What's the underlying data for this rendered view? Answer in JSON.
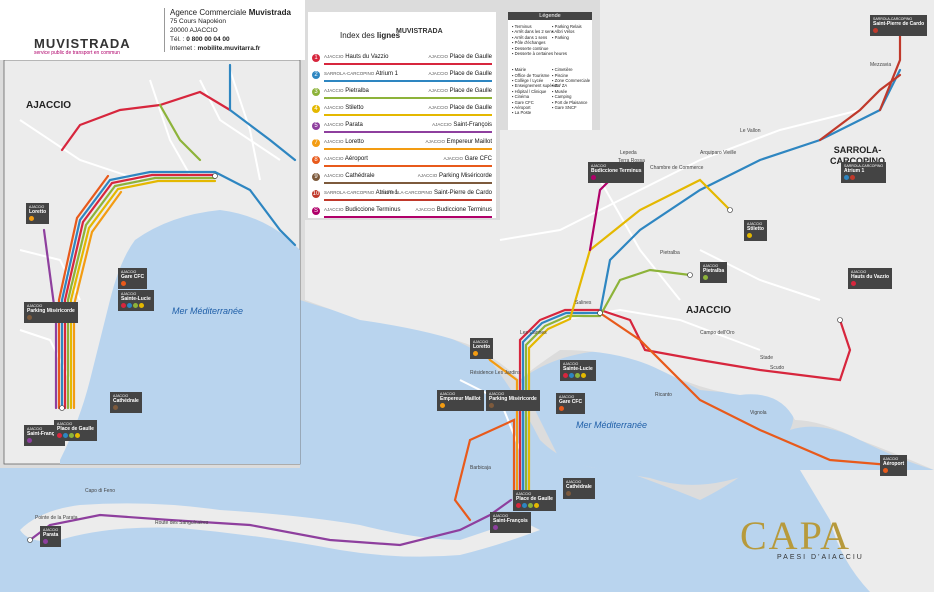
{
  "agency": {
    "brand": "MUVISTRADA",
    "tagline": "service public de transport en commun",
    "name_prefix": "Agence Commerciale ",
    "name_bold": "Muvistrada",
    "address1": "75 Cours Napoléon",
    "address2": "20000 AJACCIO",
    "tel_label": "Tél. : ",
    "tel": "0 800 00 04 00",
    "web_label": "Internet : ",
    "web": "mobilite.muvitarra.fr"
  },
  "index": {
    "title_prefix": "Index des ",
    "title_bold": "lignes",
    "logo": "MUVISTRADA",
    "lines": [
      {
        "num": "1",
        "color": "#d7263d",
        "from_city": "AJACCIO",
        "from": "Hauts du Vazzio",
        "to_city": "AJACCIO",
        "to": "Place de Gaulle"
      },
      {
        "num": "2",
        "color": "#2e86c1",
        "from_city": "SARROLA-CARCOPINO",
        "from": "Atrium 1",
        "to_city": "AJACCIO",
        "to": "Place de Gaulle"
      },
      {
        "num": "3",
        "color": "#8db33a",
        "from_city": "AJACCIO",
        "from": "Pietralba",
        "to_city": "AJACCIO",
        "to": "Place de Gaulle"
      },
      {
        "num": "4",
        "color": "#e4b800",
        "from_city": "AJACCIO",
        "from": "Stiletto",
        "to_city": "AJACCIO",
        "to": "Place de Gaulle"
      },
      {
        "num": "5",
        "color": "#8e3f9e",
        "from_city": "AJACCIO",
        "from": "Parata",
        "to_city": "AJACCIO",
        "to": "Saint-François"
      },
      {
        "num": "7",
        "color": "#f39c12",
        "from_city": "AJACCIO",
        "from": "Loretto",
        "to_city": "AJACCIO",
        "to": "Empereur Maillot"
      },
      {
        "num": "8",
        "color": "#e85a1b",
        "from_city": "AJACCIO",
        "from": "Aéroport",
        "to_city": "AJACCIO",
        "to": "Gare CFC"
      },
      {
        "num": "9",
        "color": "#7d5a3c",
        "from_city": "AJACCIO",
        "from": "Cathédrale",
        "to_city": "AJACCIO",
        "to": "Parking Miséricorde"
      },
      {
        "num": "10",
        "color": "#c0392b",
        "from_city": "SARROLA-CARCOPINO",
        "from": "Atrium 1",
        "to_city": "SARROLA-CARCOPINO",
        "to": "Saint-Pierre de Cardo"
      },
      {
        "num": "S",
        "color": "#b0006a",
        "from_city": "AJACCIO",
        "from": "Budiccione Terminus",
        "to_city": "AJACCIO",
        "to": "Budiccione Terminus"
      }
    ]
  },
  "legend": {
    "title": "Légende",
    "items": [
      "Terminus",
      "Arrêt dans les 2 sens",
      "Arrêt dans 1 sens",
      "Pôle d'échanges",
      "Desserte continue",
      "Desserte à certaines heures",
      "Parking Relais",
      "Albri Vélos",
      "Parking",
      "Mairie",
      "Office de Tourisme",
      "Collège / Lycée",
      "Enseignement supérieur",
      "Hôpital / Clinique",
      "Cinéma",
      "Gare CFC",
      "Aéroport",
      "La Poste",
      "Cimetière",
      "Piscine",
      "Zone Commerciale",
      "ZI / ZA",
      "Musée",
      "Camping",
      "Port de Plaisance",
      "Gare SNCF"
    ]
  },
  "places": {
    "ajaccio_inset": "AJACCIO",
    "ajaccio_main": "AJACCIO",
    "sarrola": "SARROLA-\nCARCOPINO",
    "sea_inset": "Mer Méditerranée",
    "sea_main": "Mer Méditerranée"
  },
  "terminus": [
    {
      "id": "loretto-inset",
      "city": "AJACCIO",
      "name": "Loretto",
      "lines": [
        "#f39c12"
      ]
    },
    {
      "id": "gare-inset",
      "city": "AJACCIO",
      "name": "Gare CFC",
      "lines": [
        "#e85a1b"
      ]
    },
    {
      "id": "stelucie-inset",
      "city": "AJACCIO",
      "name": "Sainte-Lucie",
      "lines": [
        "#d7263d",
        "#2e86c1",
        "#8db33a",
        "#e4b800"
      ]
    },
    {
      "id": "parking-inset",
      "city": "AJACCIO",
      "name": "Parking Miséricorde",
      "lines": [
        "#7d5a3c"
      ]
    },
    {
      "id": "cathedrale-inset",
      "city": "AJACCIO",
      "name": "Cathédrale",
      "lines": [
        "#7d5a3c"
      ]
    },
    {
      "id": "stfrancois-inset",
      "city": "AJACCIO",
      "name": "Saint-François",
      "lines": [
        "#8e3f9e"
      ]
    },
    {
      "id": "placegaulle-inset",
      "city": "AJACCIO",
      "name": "Place de Gaulle",
      "lines": [
        "#d7263d",
        "#2e86c1",
        "#8db33a",
        "#e4b800"
      ]
    },
    {
      "id": "budiccione",
      "city": "AJACCIO",
      "name": "Budiccione Terminus",
      "lines": [
        "#b0006a"
      ]
    },
    {
      "id": "stpierre",
      "city": "SARROLA-CARCOPINO",
      "name": "Saint-Pierre de Cardo",
      "lines": [
        "#c0392b"
      ]
    },
    {
      "id": "atrium",
      "city": "SARROLA-CARCOPINO",
      "name": "Atrium 1",
      "lines": [
        "#2e86c1",
        "#c0392b"
      ]
    },
    {
      "id": "stiletto",
      "city": "AJACCIO",
      "name": "Stiletto",
      "lines": [
        "#e4b800"
      ]
    },
    {
      "id": "pietralba",
      "city": "AJACCIO",
      "name": "Pietralba",
      "lines": [
        "#8db33a"
      ]
    },
    {
      "id": "hautsvazzio",
      "city": "AJACCIO",
      "name": "Hauts du Vazzio",
      "lines": [
        "#d7263d"
      ]
    },
    {
      "id": "loretto",
      "city": "AJACCIO",
      "name": "Loretto",
      "lines": [
        "#f39c12"
      ]
    },
    {
      "id": "empereur",
      "city": "AJACCIO",
      "name": "Empereur Maillot",
      "lines": [
        "#f39c12"
      ]
    },
    {
      "id": "parking",
      "city": "AJACCIO",
      "name": "Parking Miséricorde",
      "lines": [
        "#7d5a3c"
      ]
    },
    {
      "id": "stelucie",
      "city": "AJACCIO",
      "name": "Sainte-Lucie",
      "lines": [
        "#d7263d",
        "#2e86c1",
        "#8db33a",
        "#e4b800"
      ]
    },
    {
      "id": "gare",
      "city": "AJACCIO",
      "name": "Gare CFC",
      "lines": [
        "#e85a1b"
      ]
    },
    {
      "id": "aeroport",
      "city": "AJACCIO",
      "name": "Aéroport",
      "lines": [
        "#e85a1b"
      ]
    },
    {
      "id": "cathedrale",
      "city": "AJACCIO",
      "name": "Cathédrale",
      "lines": [
        "#7d5a3c"
      ]
    },
    {
      "id": "placegaulle",
      "city": "AJACCIO",
      "name": "Place de Gaulle",
      "lines": [
        "#d7263d",
        "#2e86c1",
        "#8db33a",
        "#e4b800"
      ]
    },
    {
      "id": "stfrancois",
      "city": "AJACCIO",
      "name": "Saint-François",
      "lines": [
        "#8e3f9e"
      ]
    },
    {
      "id": "parata",
      "city": "AJACCIO",
      "name": "Parata",
      "lines": [
        "#8e3f9e"
      ]
    }
  ],
  "streets": [
    "Lepeda",
    "Terra Rossa",
    "Chambre de Commerce",
    "Arquiparo Vieille",
    "Saint-Pierre de Cardo",
    "Le Vallon",
    "Salines",
    "Résidence Les Jardins",
    "Mezzavia",
    "Les Cannes",
    "Pietralba",
    "Stade",
    "Campo dell'Oro",
    "Ricanto",
    "Scudo",
    "Vignola",
    "Barbicaja",
    "Pointe de la Parata",
    "Route des Sanguinaires",
    "Capo di Feno"
  ],
  "capa": {
    "logo": "CAPA",
    "sub": "PAESI D'AIACCIU"
  }
}
